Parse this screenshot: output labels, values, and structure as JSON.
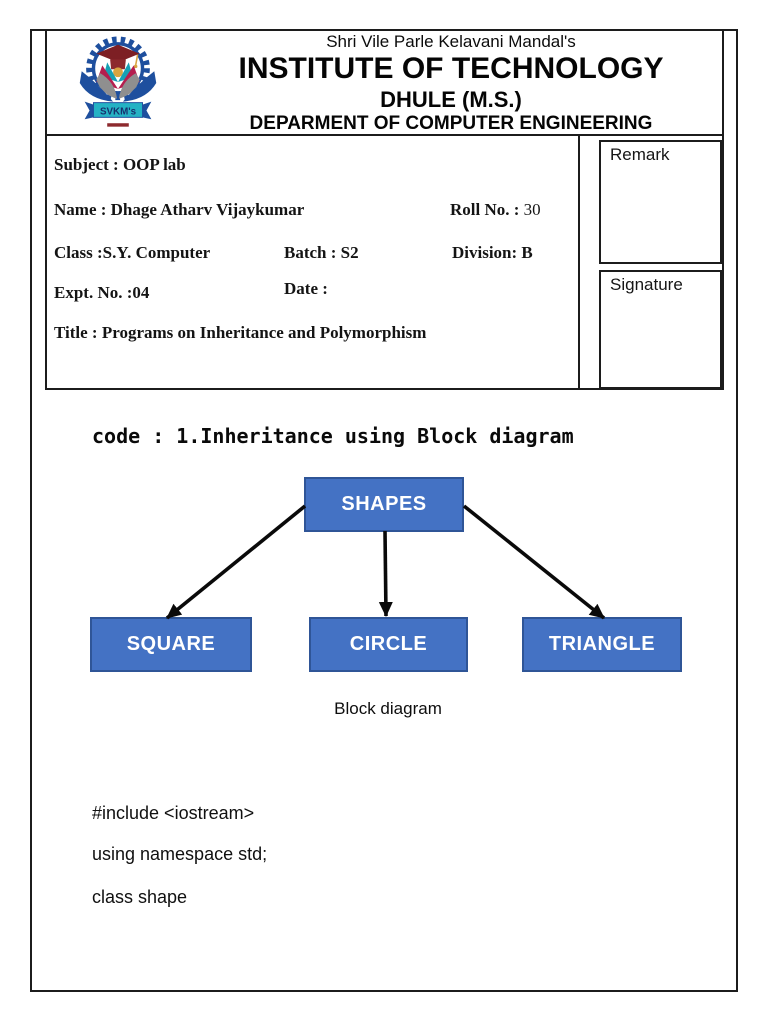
{
  "header": {
    "society": "Shri Vile Parle Kelavani Mandal's",
    "institute": "INSTITUTE OF TECHNOLOGY",
    "city": "DHULE (M.S.)",
    "department": "DEPARMENT OF COMPUTER ENGINEERING",
    "logo_banner": "SVKM's"
  },
  "fields": {
    "subject": "Subject : OOP lab",
    "name": "Name : Dhage Atharv Vijaykumar",
    "roll_label": "Roll No. : ",
    "roll_value": "30",
    "class": "Class :S.Y. Computer",
    "batch": "Batch : S2",
    "division": "Division: B",
    "expt": "Expt. No. :04",
    "date": "Date :",
    "title": "Title : Programs on Inheritance and Polymorphism",
    "remark": "Remark",
    "signature": "Signature"
  },
  "body": {
    "code_heading": "code : 1.Inheritance using Block diagram",
    "diagram": {
      "type": "block-inheritance",
      "parent": "SHAPES",
      "children": [
        "SQUARE",
        "CIRCLE",
        "TRIANGLE"
      ],
      "caption": "Block diagram",
      "box_fill": "#4472c4",
      "box_border": "#2f5597",
      "arrow_color": "#0a0a0a"
    },
    "code_lines": [
      "#include <iostream>",
      "using namespace std;",
      "class shape"
    ]
  }
}
